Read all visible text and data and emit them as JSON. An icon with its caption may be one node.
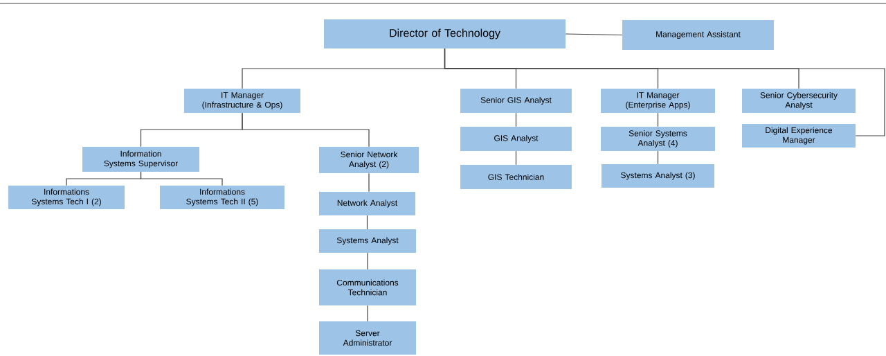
{
  "diagram": {
    "nodes": [
      {
        "text": [
          "Director of Technology"
        ]
      },
      {
        "text": [
          "Management Assistant"
        ]
      },
      {
        "text": [
          "IT Manager (Infrastructure & Ops)"
        ]
      },
      {
        "text": [
          "Senior GIS Analyst"
        ]
      },
      {
        "text": [
          "IT Manager (Enterprise Apps)"
        ]
      },
      {
        "text": [
          "Senior Cybersecurity Analyst"
        ]
      },
      {
        "text": [
          "Digital Experience Manager"
        ]
      },
      {
        "text": [
          "Information Systems Supervisor"
        ]
      },
      {
        "text": [
          "Senior Network Analyst (2)"
        ]
      },
      {
        "text": [
          "Informations Systems Tech I (2)"
        ]
      },
      {
        "text": [
          "Informations Systems Tech II (5)"
        ]
      },
      {
        "text": [
          "Network Analyst"
        ]
      },
      {
        "text": [
          "Systems Analyst"
        ]
      },
      {
        "text": [
          "Communications Technician"
        ]
      },
      {
        "text": [
          "Server Administrator"
        ]
      },
      {
        "text": [
          "GIS Analyst"
        ]
      },
      {
        "text": [
          "GIS Technician"
        ]
      },
      {
        "text": [
          "Senior Systems Analyst (4)"
        ]
      },
      {
        "text": [
          "Systems Analyst (3)"
        ]
      }
    ],
    "edges": [
      {
        "from": 0,
        "to": 1,
        "arrow": "none"
      },
      {
        "from": 0,
        "to": 2,
        "arrow": "none"
      },
      {
        "from": 0,
        "to": 3,
        "arrow": "none"
      },
      {
        "from": 0,
        "to": 4,
        "arrow": "none"
      },
      {
        "from": 0,
        "to": 5,
        "arrow": "none"
      },
      {
        "from": 0,
        "to": 6,
        "arrow": "none"
      },
      {
        "from": 2,
        "to": 7,
        "arrow": "none"
      },
      {
        "from": 2,
        "to": 8,
        "arrow": "none"
      },
      {
        "from": 7,
        "to": 9,
        "arrow": "none"
      },
      {
        "from": 7,
        "to": 10,
        "arrow": "none"
      },
      {
        "from": 8,
        "to": 11,
        "arrow": "none"
      },
      {
        "from": 11,
        "to": 12,
        "arrow": "none"
      },
      {
        "from": 12,
        "to": 13,
        "arrow": "none"
      },
      {
        "from": 13,
        "to": 14,
        "arrow": "none"
      },
      {
        "from": 3,
        "to": 15,
        "arrow": "none"
      },
      {
        "from": 15,
        "to": 16,
        "arrow": "none"
      },
      {
        "from": 4,
        "to": 17,
        "arrow": "none"
      },
      {
        "from": 17,
        "to": 18,
        "arrow": "none"
      }
    ]
  }
}
